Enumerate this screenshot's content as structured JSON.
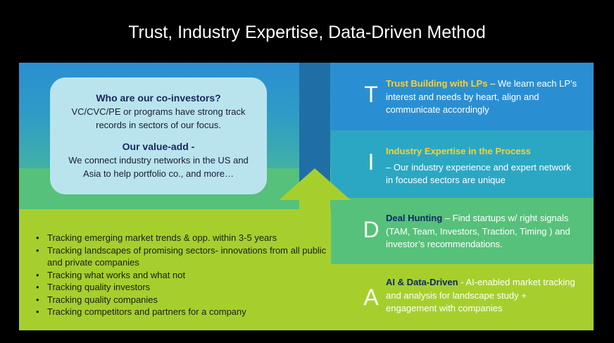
{
  "title": "Trust, Industry Expertise, Data-Driven Method",
  "bubble": {
    "q_heading": "Who are our co-investors?",
    "q_body": "VC/CVC/PE or programs have strong track records in sectors of our focus.",
    "v_heading": "Our value-add -",
    "v_body": "We connect industry networks in the US and Asia to help portfolio co., and more…"
  },
  "bullets": [
    "Tracking emerging market trends & opp. within 3-5 years",
    "Tracking landscapes of promising sectors- innovations from all public and private companies",
    "Tracking what works and what not",
    "Tracking quality investors",
    "Tracking quality companies",
    "Tracking competitors and partners for a company"
  ],
  "rows": [
    {
      "letter": "T",
      "heading": "Trust Building with LPs",
      "body": " – We learn each LP’s interest and needs by heart, align and communicate accordingly"
    },
    {
      "letter": "I",
      "heading": "Industry Expertise in the Process",
      "body": "– Our industry experience and expert network in focused sectors are unique"
    },
    {
      "letter": "D",
      "heading": "Deal Hunting",
      "body": " – Find startups w/ right signals (TAM, Team, Investors, Traction, Timing ) and investor’s recommendations."
    },
    {
      "letter": "A",
      "heading": "AI & Data-Driven",
      "body": " - AI-enabled market tracking and analysis for landscape study + engagement with companies"
    }
  ],
  "colors": {
    "band_t": "#2a8fd2",
    "band_i": "#2ba7c4",
    "band_d": "#56c17a",
    "band_a": "#a6cf2d",
    "highlight": "#ffcf2e",
    "dark_heading": "#0f2a66"
  }
}
